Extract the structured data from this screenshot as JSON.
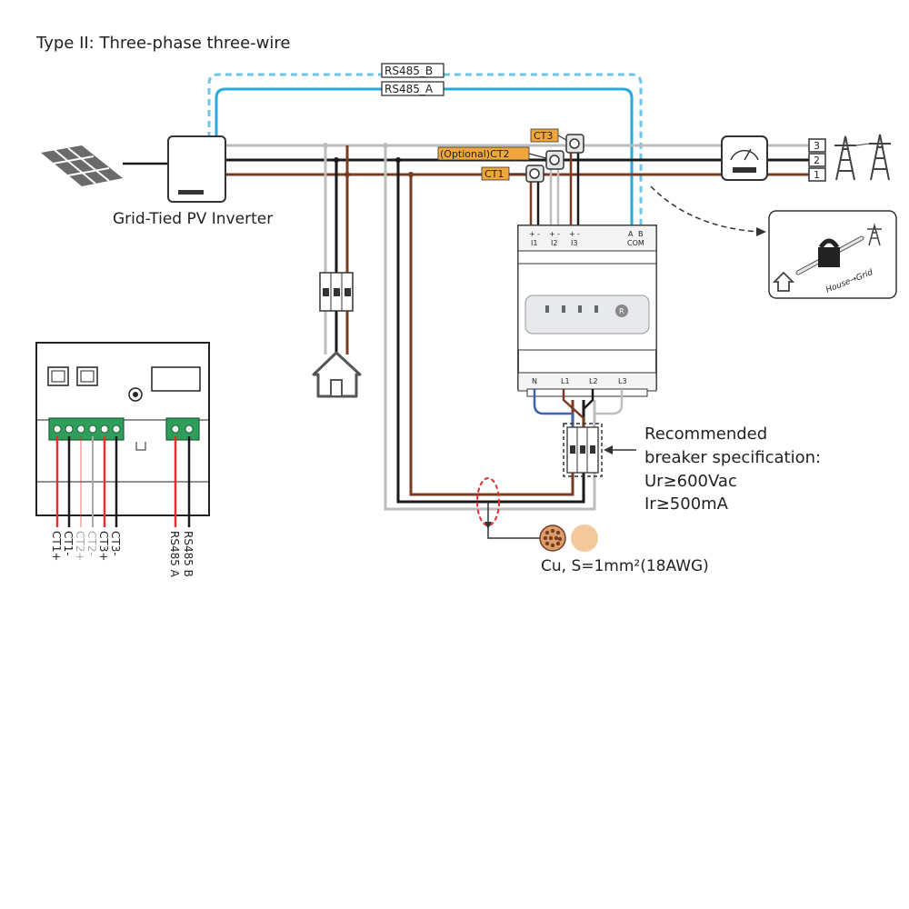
{
  "title": "Type II: Three-phase three-wire",
  "inverter_label": "Grid-Tied PV Inverter",
  "rs485": {
    "b": "RS485_B",
    "a": "RS485_A"
  },
  "ct_tags": {
    "ct1": "CT1",
    "ct2": "(Optional)CT2",
    "ct3": "CT3"
  },
  "meter_top_labels": [
    "+",
    "-",
    "+",
    "-",
    "+",
    "-",
    "A",
    "B"
  ],
  "meter_channel_labels": [
    "I1",
    "I2",
    "I3"
  ],
  "meter_com_label": "COM",
  "meter_bottom_labels": [
    "N",
    "L1",
    "L2",
    "L3"
  ],
  "meter_button_label": "R",
  "grid_terminals": [
    "3",
    "2",
    "1"
  ],
  "inset_arrow_label": "House→Grid",
  "breaker_spec": {
    "line1": "Recommended",
    "line2": "breaker specification:",
    "line3": "Ur≥600Vac",
    "line4": "Ir≥500mA"
  },
  "cable_label": "Cu, S=1mm²(18AWG)",
  "terminal_labels": [
    {
      "text": "CT1+",
      "color": "#222222"
    },
    {
      "text": "CT1-",
      "color": "#222222"
    },
    {
      "text": "CT2+",
      "color": "#aaaaaa"
    },
    {
      "text": "CT2-",
      "color": "#aaaaaa"
    },
    {
      "text": "CT3+",
      "color": "#222222"
    },
    {
      "text": "CT3-",
      "color": "#222222"
    },
    {
      "text": "RS485 A",
      "color": "#222222"
    },
    {
      "text": "RS485 B",
      "color": "#222222"
    }
  ],
  "colors": {
    "rs485_b": "#6cc5ea",
    "rs485_a": "#28a8dc",
    "line_brown": "#7a3b24",
    "line_black": "#1a1a1a",
    "line_gray": "#bdbdbd",
    "line_blue": "#3a63b8",
    "ct_tag": "#f0a63a",
    "terminal_green": "#2f9e5b",
    "highlight_red": "#e03030"
  },
  "icons": [
    "solar-panel-icon",
    "house-icon",
    "pylon-icon",
    "energy-meter-icon",
    "ct-clamp-icon",
    "cable-cross-section-icon"
  ]
}
